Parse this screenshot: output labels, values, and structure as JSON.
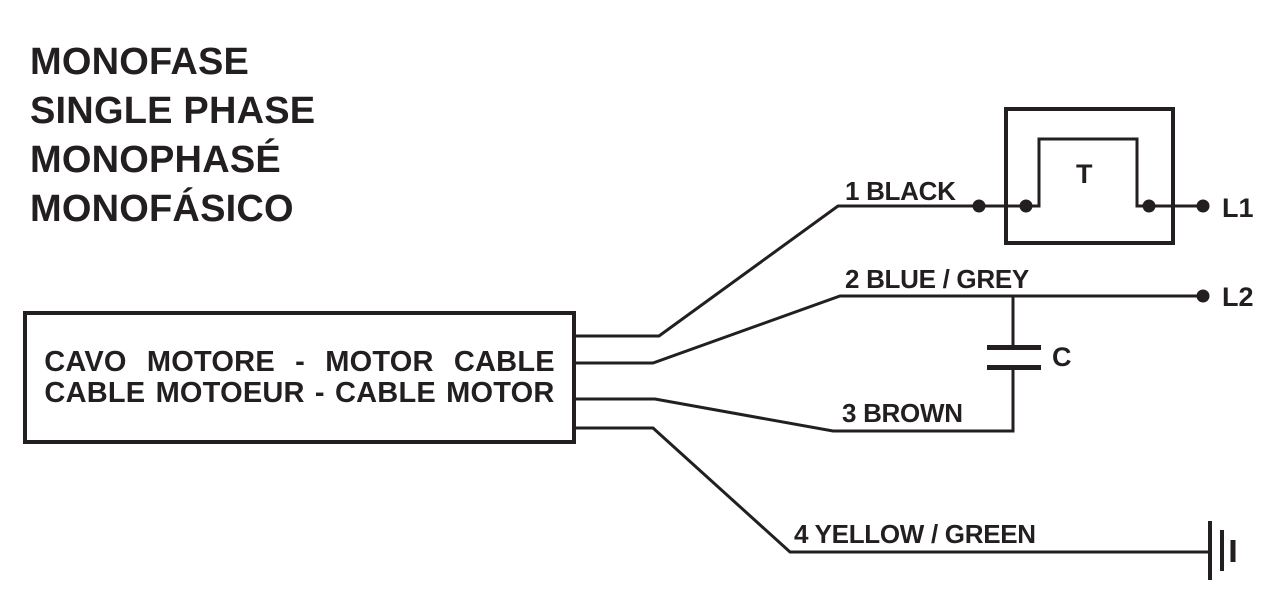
{
  "diagram": {
    "titles": [
      "MONOFASE",
      "SINGLE PHASE",
      "MONOPHASÉ",
      "MONOFÁSICO"
    ],
    "motor_cable_box": {
      "line1": "CAVO MOTORE - MOTOR CABLE",
      "line2": "CABLE MOTOEUR - CABLE MOTOR"
    },
    "wires": [
      {
        "label": "1 BLACK"
      },
      {
        "label": "2 BLUE / GREY"
      },
      {
        "label": "3 BROWN"
      },
      {
        "label": "4 YELLOW / GREEN"
      }
    ],
    "terminals": {
      "l1": "L1",
      "l2": "L2"
    },
    "components": {
      "thermal_protector": "T",
      "capacitor": "C",
      "ground": "earth-ground"
    },
    "colors": {
      "ink": "#231f20",
      "background": "#ffffff"
    }
  }
}
